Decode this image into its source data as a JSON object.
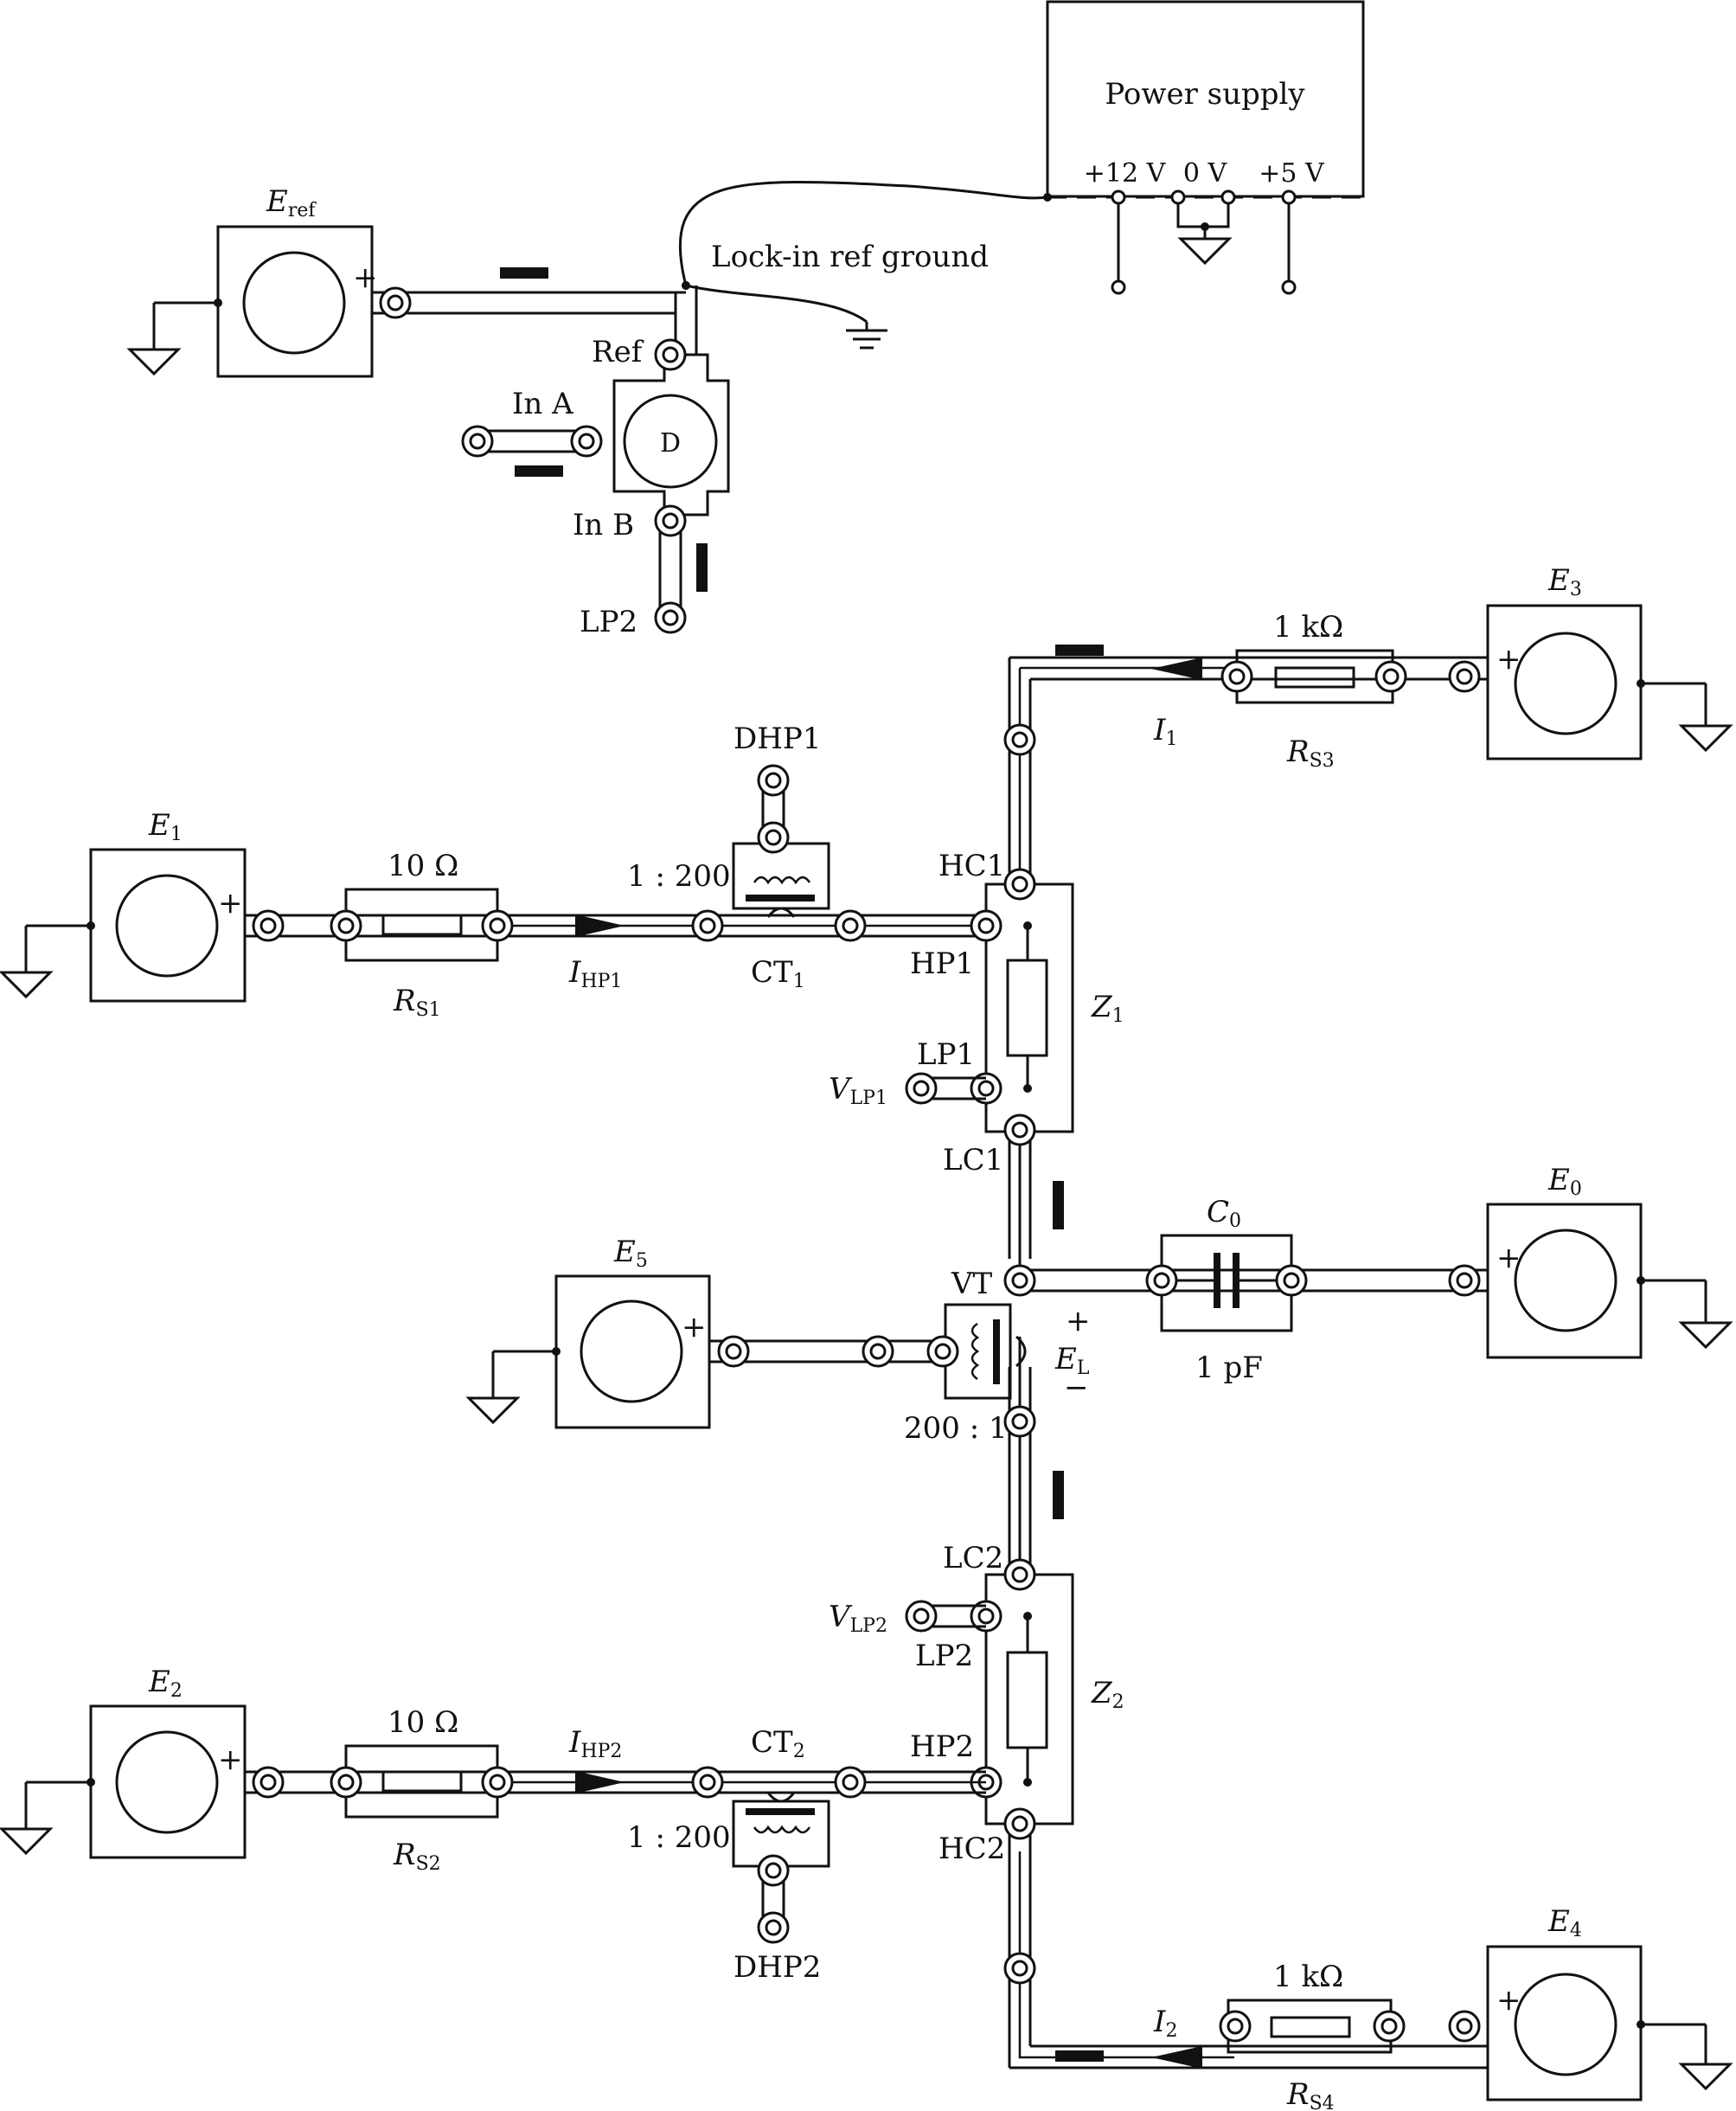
{
  "power_supply": {
    "title": "Power supply",
    "terminals": [
      "+12 V",
      "0 V",
      "+5 V"
    ]
  },
  "lockin": {
    "ref_ground_label": "Lock-in ref ground",
    "detector": "D",
    "ports": [
      "Ref",
      "In A",
      "In B",
      "LP2"
    ]
  },
  "sources": {
    "eref": {
      "letter": "E",
      "sub": "ref"
    },
    "e0": {
      "letter": "E",
      "sub": "0"
    },
    "e1": {
      "letter": "E",
      "sub": "1"
    },
    "e2": {
      "letter": "E",
      "sub": "2"
    },
    "e3": {
      "letter": "E",
      "sub": "3"
    },
    "e4": {
      "letter": "E",
      "sub": "4"
    },
    "e5": {
      "letter": "E",
      "sub": "5"
    }
  },
  "resistors": {
    "rs1": {
      "value": "10 Ω",
      "letter": "R",
      "sub": "S1"
    },
    "rs2": {
      "value": "10 Ω",
      "letter": "R",
      "sub": "S2"
    },
    "rs3": {
      "value": "1 kΩ",
      "letter": "R",
      "sub": "S3"
    },
    "rs4": {
      "value": "1 kΩ",
      "letter": "R",
      "sub": "S4"
    }
  },
  "currents": {
    "ihp1": {
      "letter": "I",
      "sub": "HP1"
    },
    "ihp2": {
      "letter": "I",
      "sub": "HP2"
    },
    "i1": {
      "letter": "I",
      "sub": "1"
    },
    "i2": {
      "letter": "I",
      "sub": "2"
    }
  },
  "transformers": {
    "ct1": {
      "letter": "CT",
      "sub": "1",
      "ratio": "1 : 200",
      "dhp": "DHP1"
    },
    "ct2": {
      "letter": "CT",
      "sub": "2",
      "ratio": "1 : 200",
      "dhp": "DHP2"
    },
    "vt": {
      "name": "VT",
      "ratio": "200 : 1"
    }
  },
  "impedances": {
    "z1": {
      "letter": "Z",
      "sub": "1",
      "ports": [
        "HC1",
        "HP1",
        "LP1",
        "LC1"
      ]
    },
    "z2": {
      "letter": "Z",
      "sub": "2",
      "ports": [
        "LC2",
        "LP2",
        "HP2",
        "HC2"
      ]
    }
  },
  "voltages": {
    "vlp1": {
      "letter": "V",
      "sub": "LP1"
    },
    "vlp2": {
      "letter": "V",
      "sub": "LP2"
    },
    "el": {
      "letter": "E",
      "sub": "L",
      "plus": "+",
      "minus": "−"
    }
  },
  "capacitor": {
    "letter": "C",
    "sub": "0",
    "value": "1 pF"
  },
  "plus_sign": "+"
}
